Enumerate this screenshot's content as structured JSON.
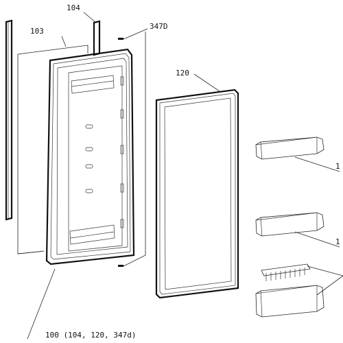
{
  "labels": {
    "gasket_strip": "104",
    "inner_panel": "103",
    "screw": "347D",
    "gasket": "120",
    "shelf_top": "1",
    "shelf_mid": "1",
    "door_assembly": "100 (104, 120, 347d)"
  }
}
